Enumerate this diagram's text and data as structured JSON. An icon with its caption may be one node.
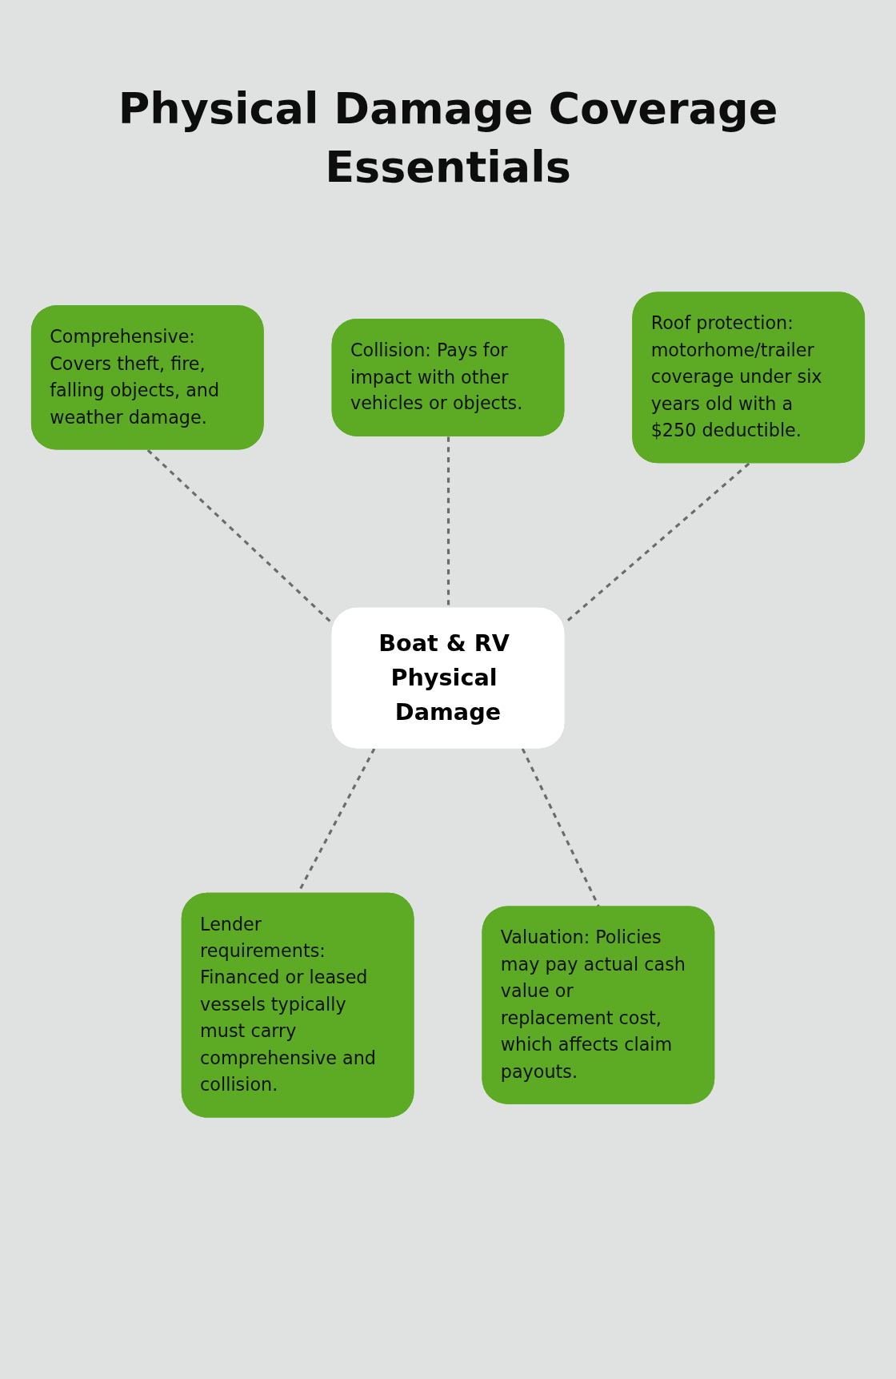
{
  "diagram": {
    "title": "Physical Damage Coverage Essentials",
    "nodes": [
      {
        "text": [
          "Comprehensive: Covers theft, fire, falling objects, and weather damage."
        ]
      },
      {
        "text": [
          "Collision: Pays for impact with other vehicles or objects."
        ]
      },
      {
        "text": [
          "Roof protection: motorhome/trailer coverage under six years old with a $250 deductible."
        ]
      },
      {
        "text": [
          "Boat & RV Physical Damage"
        ]
      },
      {
        "text": [
          "Lender requirements: Financed or leased vessels typically must carry comprehensive and collision."
        ]
      },
      {
        "text": [
          "Valuation: Policies may pay actual cash value or replacement cost, which affects claim payouts."
        ]
      }
    ],
    "edges": [
      {
        "from": 0,
        "to": 3,
        "arrow": "none",
        "style": "dashed"
      },
      {
        "from": 1,
        "to": 3,
        "arrow": "none",
        "style": "dashed"
      },
      {
        "from": 2,
        "to": 3,
        "arrow": "none",
        "style": "dashed"
      },
      {
        "from": 3,
        "to": 4,
        "arrow": "none",
        "style": "dashed"
      },
      {
        "from": 3,
        "to": 5,
        "arrow": "none",
        "style": "dashed"
      }
    ]
  }
}
